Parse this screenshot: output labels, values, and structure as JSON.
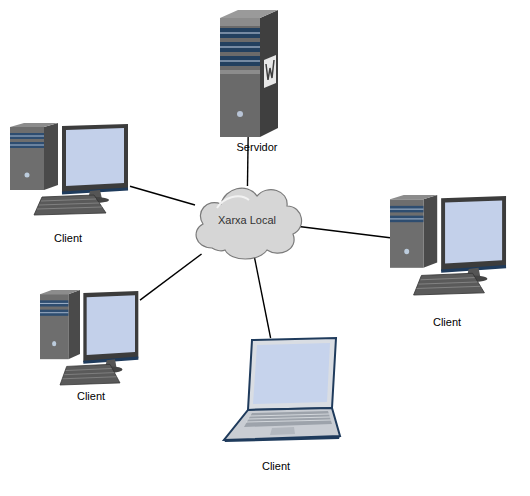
{
  "diagram": {
    "nodes": [
      {
        "text": [
          "Servidor"
        ]
      },
      {
        "text": [
          "Client"
        ]
      },
      {
        "text": [
          "Xarxa Local"
        ]
      },
      {
        "text": [
          "Client"
        ]
      },
      {
        "text": [
          "Client"
        ]
      },
      {
        "text": [
          "Client"
        ]
      }
    ],
    "edges": [
      {
        "from": 2,
        "to": 0,
        "arrow": "none"
      },
      {
        "from": 2,
        "to": 1,
        "arrow": "none"
      },
      {
        "from": 2,
        "to": 3,
        "arrow": "none"
      },
      {
        "from": 2,
        "to": 4,
        "arrow": "none"
      },
      {
        "from": 2,
        "to": 5,
        "arrow": "none"
      }
    ]
  }
}
